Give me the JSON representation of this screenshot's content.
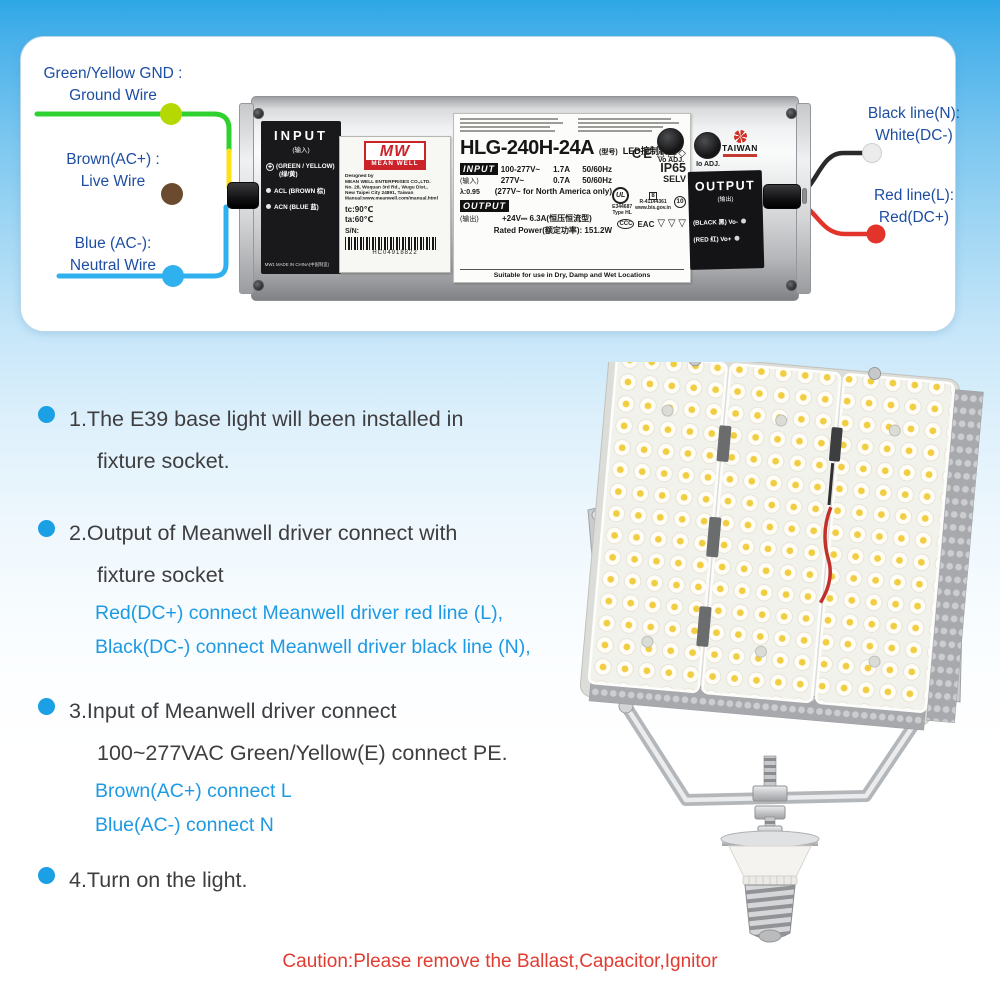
{
  "colors": {
    "accent_blue": "#1b9fe5",
    "label_blue": "#1e4ea3",
    "sub_step_blue": "#1d9ae3",
    "caution_red": "#e23b31",
    "mw_red": "#cc2229",
    "wire_green": "#2fd12f",
    "wire_yellow": "#ffe11a",
    "wire_brown": "#5c452e",
    "wire_blue": "#2eb1ee",
    "wire_black": "#2a2a2a",
    "wire_red": "#e2342b"
  },
  "wiring": {
    "left_labels": [
      {
        "line1": "Green/Yellow GND :",
        "line2": "Ground Wire"
      },
      {
        "line1": "Brown(AC+)  :",
        "line2": "Live Wire"
      },
      {
        "line1": "Blue (AC-):",
        "line2": "Neutral Wire"
      }
    ],
    "right_labels": [
      {
        "line1": "Black line(N):",
        "line2": "White(DC-)"
      },
      {
        "line1": "Red line(L):",
        "line2": "Red(DC+)"
      }
    ],
    "driver": {
      "input_panel": {
        "title": "INPUT",
        "subtitle": "(输入)",
        "ground_symbol": "⏚",
        "terminal1": "(GREEN / YELLOW)",
        "terminal1_sub": "(绿/黄)",
        "terminal2": "ACL (BROWN 棕)",
        "terminal3": "ACN (BLUE 蓝)",
        "footer": "MW1  MADE IN CHINA(中国制造)"
      },
      "brand": {
        "logo": "MW",
        "name": "MEAN WELL",
        "designed_by": "Designed by",
        "company": "MEAN WELL ENTERPRISES CO.,LTD.",
        "address1": "No. 28, Wuquan 3rd Rd., Wugu Dist.,",
        "address2": "New Taipei City 24891, Taiwan",
        "manual": "Manual:www.meanwell.com/manual.html",
        "tc": "tc:90℃",
        "ta": "ta:60℃",
        "sn_label": "S/N:",
        "serial": "HC04918822"
      },
      "main_label": {
        "model": "HLG-240H-24A",
        "model_tag": "(型号)",
        "product": "LED控制装置",
        "input_title": "INPUT",
        "input_sub": "(输入)",
        "input_pf": "λ:0.95",
        "in_v1": "100-277V~",
        "in_a1": "1.7A",
        "in_f1": "50/60Hz",
        "in_v2": "277V~",
        "in_a2": "0.7A",
        "in_f2": "50/60Hz",
        "in_note": "(277V~ for North America only)",
        "output_title": "OUTPUT",
        "output_sub": "(输出)",
        "out_value": "+24V⎓ 6.3A(恒压恒流型)",
        "out_power": "Rated Power(额定功率): 151.2W",
        "suitable": "Suitable for use in Dry, Damp and Wet Locations",
        "certs": {
          "ce": "CE",
          "tri1": "△",
          "tri2": "△",
          "diamond": "◇",
          "ip": "IP65",
          "selv": "SELV",
          "ul": "UL",
          "ul_file": "E344687",
          "ul_type": "Type HL",
          "bis_box": "8",
          "bis_r": "R-41144361",
          "bis_web": "www.bis.gov.in",
          "circ10": "10",
          "ccc": "CCC",
          "eac": "EAC",
          "tri_row": "▽ ▽ ▽"
        }
      },
      "vo_adj": "Vo ADJ.",
      "io_adj": "Io ADJ.",
      "taiwan": "TAIWAN",
      "output_panel": {
        "title": "OUTPUT",
        "subtitle": "(输出)",
        "black_row": "(BLACK 黑) Vo-",
        "red_row": "(RED 红) Vo+"
      }
    }
  },
  "instructions": {
    "steps": [
      {
        "lines": [
          "1.The E39 base light will been installed in",
          "fixture socket."
        ],
        "sub": []
      },
      {
        "lines": [
          "2.Output of Meanwell driver connect with",
          "fixture socket"
        ],
        "sub": [
          "Red(DC+) connect Meanwell driver red line (L),",
          "Black(DC-) connect Meanwell driver black line (N),"
        ]
      },
      {
        "lines": [
          "3.Input of Meanwell driver connect",
          "100~277VAC Green/Yellow(E) connect PE."
        ],
        "sub": [
          "Brown(AC+) connect L",
          "Blue(AC-) connect N"
        ]
      },
      {
        "lines": [
          "4.Turn on the light."
        ],
        "sub": []
      }
    ],
    "caution": "Caution:Please remove the Ballast,Capacitor,Ignitor"
  }
}
